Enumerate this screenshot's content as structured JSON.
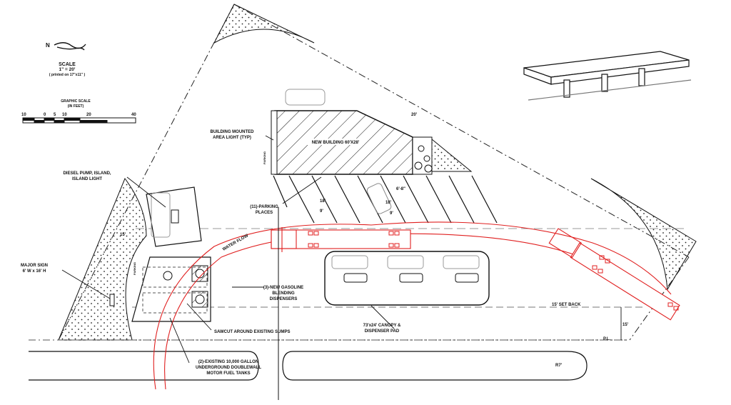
{
  "scale": {
    "north": "N",
    "title": "SCALE",
    "ratio": "1\" = 20'",
    "printed": "( printed on 17\"x11\" )",
    "graphic_title": "GRAPHIC SCALE",
    "graphic_sub": "(IN FEET)",
    "ticks": [
      "10",
      "0",
      "5",
      "10",
      "20",
      "40"
    ]
  },
  "labels": {
    "building_light_1": "BUILDING MOUNTED",
    "building_light_2": "AREA LIGHT (TYP)",
    "new_building": "NEW BUILDING 60'X28'",
    "parking_vertical": "PARKING",
    "parking_vertical_2": "PARKING",
    "diesel_1": "DIESEL PUMP, ISLAND,",
    "diesel_2": "ISLAND LIGHT",
    "parking_places_1": "(11)-PARKING",
    "parking_places_2": "PLACES",
    "major_sign_1": "MAJOR SIGN",
    "major_sign_2": "6' W x 16' H",
    "water_flow": "WATER FLOW",
    "dispensers_1": "(3)-NEW GASOLINE",
    "dispensers_2": "BLENDING",
    "dispensers_3": "DISPENSERS",
    "sawcut": "SAWCUT AROUND EXISTING SUMPS",
    "tanks_1": "(2)-EXISTING 10,000 GALLON",
    "tanks_2": "UNDERGROUND DOUBLEWALL",
    "tanks_3": "MOTOR FUEL TANKS",
    "canopy_1": "73'x24' CANOPY &",
    "canopy_2": "DISPENSER PAD",
    "setback": "15' SET BACK",
    "pl": "P.L.",
    "radius": "R7'"
  },
  "dimensions": {
    "d20": "20'",
    "d15a": "15'",
    "d15b": "15'",
    "d18a": "18'",
    "d18b": "18'",
    "d9a": "9'",
    "d9b": "9'",
    "d68": "6'-8\""
  },
  "colors": {
    "line": "#111111",
    "truck": "#e02020",
    "dash": "#777777"
  }
}
